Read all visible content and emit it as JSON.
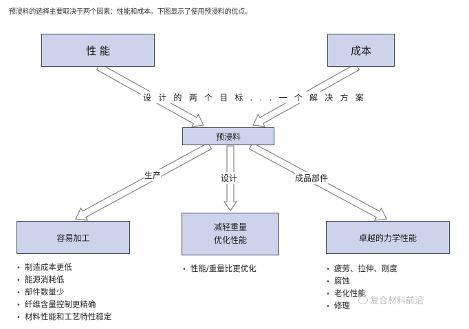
{
  "intro": "预浸料的选择主要取决于两个因素：性能和成本。下图显示了使用预浸料的优点。",
  "boxes": {
    "performance": "性 能",
    "cost": "成本",
    "prepreg": "预浸料",
    "easy": "容易加工",
    "weight_line1": "减轻重量",
    "weight_line2": "优化性能",
    "mech": "卓越的力学性能"
  },
  "labels": {
    "goal": "设 计 的 两 个 目 标 . . . 一 个 解 决 方 案",
    "production": "生产",
    "design": "设计",
    "parts": "成品部件"
  },
  "bullets": {
    "easy": [
      "制造成本更低",
      "能源消耗低",
      "部件数量少",
      "纤维含量控制更精确",
      "材料性能和工艺特性稳定"
    ],
    "weight": [
      "性能/重量比更优化"
    ],
    "mech": [
      "疲劳、拉伸、刚度",
      "腐蚀",
      "老化性能",
      "修理"
    ]
  },
  "watermark": "复合材料前沿",
  "colors": {
    "box_fill": "#cdd3ea",
    "box_border": "#3f4450",
    "bullet": "#3a4f9a"
  }
}
